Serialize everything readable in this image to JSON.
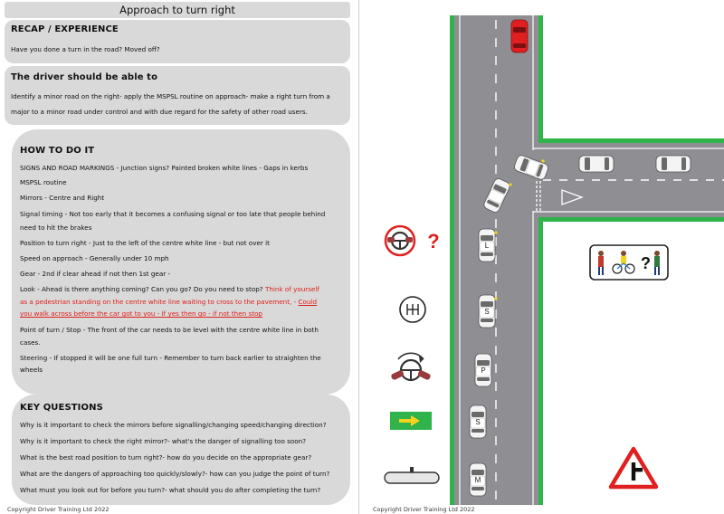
{
  "title": "Approach to turn right",
  "recap": {
    "heading": "RECAP / EXPERIENCE",
    "text": "Have you done a turn in the road? Moved off?"
  },
  "able": {
    "heading": "The driver should be able to",
    "line1": "Identify a minor road on the right- apply the MSPSL routine on approach- make a right turn from a",
    "line2": "major to a minor road under control and with due regard for the safety of other road users."
  },
  "how": {
    "heading": "HOW TO DO IT",
    "signs": "SIGNS AND ROAD MARKINGS - Junction signs? Painted broken white lines - Gaps in kerbs",
    "mspsl": "MSPSL routine",
    "mirrors": "Mirrors - Centre and Right",
    "signal1": "Signal timing - Not too early that it becomes a confusing signal or too late that people behind",
    "signal2": "need to hit the brakes",
    "position": "Position to turn right - Just to the left of the centre white line - but not over it",
    "speed": "Speed on approach - Generally under 10 mph",
    "gear": "Gear - 2nd if clear ahead if not then 1st gear -",
    "look1_a": "Look - Ahead is there anything coming? Can you go? Do you need to stop?",
    "look1_b": "Think of yourself",
    "look2_a": "as a pedestrian standing on the centre white line waiting to cross to the pavement, -",
    "look2_b": "Could",
    "look3": "you walk across before the car got to you - If yes then go - if not then stop",
    "point1": "Point of turn / Stop - The front of the car needs to be level with the centre white line in both",
    "point2": "cases.",
    "steer1": "Steering - If stopped it will be one full turn - Remember to turn back earlier to straighten the",
    "steer2": "wheels"
  },
  "key": {
    "heading": "KEY QUESTIONS",
    "q1": "Why is it important to check the mirrors before signalling/changing speed/changing direction?",
    "q2": "Why is it important to check the right mirror?- what's the danger of signalling too soon?",
    "q3": "What is the best road position to turn right?- how do you decide on the appropriate gear?",
    "q4": "What are the dangers of approaching too quickly/slowly?- how can you judge the point of turn?",
    "q5": "What must you look out for before you turn?- what should you do after completing the turn?"
  },
  "copyright_left": "Copyright Driver Training Ltd 2022",
  "copyright_right": "Copyright Driver Training Ltd 2022",
  "diagram": {
    "car_labels": [
      "L",
      "S",
      "P",
      "S",
      "M"
    ],
    "question_mark": "?",
    "colors": {
      "road": "#8e8e93",
      "verge": "#2fb34a",
      "car_red": "#e02020",
      "arrow_bg": "#2fb34a",
      "arrow": "#f5d21b",
      "sign_red": "#e02020"
    },
    "icons": [
      "steering-wheel-check-icon",
      "gear-stick-icon",
      "steering-turn-icon",
      "right-indicator-icon",
      "rear-mirror-icon",
      "side-road-warning-sign-icon",
      "pedestrian-cyclist-question-icon"
    ]
  }
}
